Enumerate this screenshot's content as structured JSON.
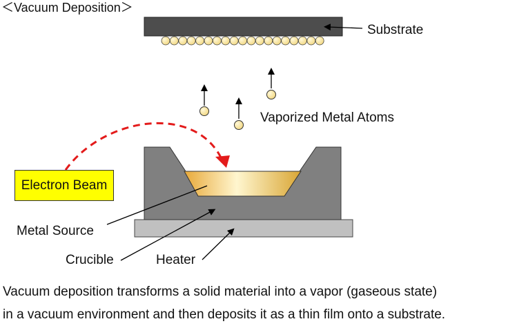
{
  "title": "＜Vacuum Deposition＞",
  "labels": {
    "substrate": "Substrate",
    "vaporized_atoms": "Vaporized Metal Atoms",
    "electron_beam": "Electron Beam",
    "metal_source": "Metal Source",
    "crucible": "Crucible",
    "heater": "Heater"
  },
  "caption": {
    "line1": "Vacuum deposition transforms a solid material into a vapor (gaseous state)",
    "line2": "in a vacuum environment and then deposits it as a thin film onto a substrate."
  },
  "colors": {
    "substrate": "#4d4d4d",
    "crucible": "#808080",
    "heater": "#c0c0c0",
    "atom": "#f7e29a",
    "beam_arrow": "#e31b1b",
    "label_box": "#ffff00"
  },
  "icons": {
    "atom": "circle",
    "arrow": "up-arrow"
  }
}
